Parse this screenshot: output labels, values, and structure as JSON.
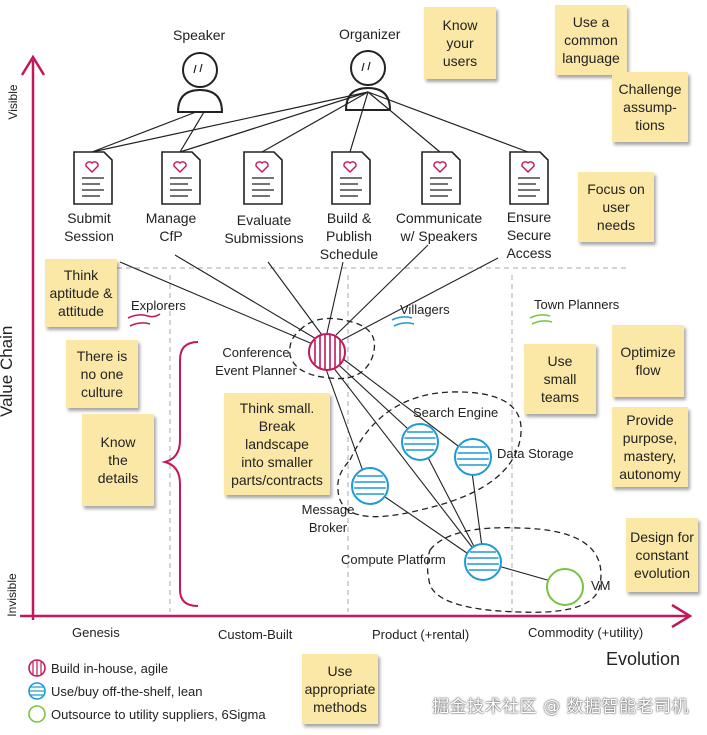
{
  "axes": {
    "y_label": "Value Chain",
    "y_top": "Visible",
    "y_bottom": "Invisible",
    "x_label": "Evolution",
    "stages": [
      "Genesis",
      "Custom-Built",
      "Product (+rental)",
      "Commodity (+utility)"
    ]
  },
  "users": [
    {
      "label": "Speaker"
    },
    {
      "label": "Organizer"
    }
  ],
  "needs": [
    {
      "label": "Submit\nSession"
    },
    {
      "label": "Manage\nCfP"
    },
    {
      "label": "Evaluate\nSubmissions"
    },
    {
      "label": "Build &\nPublish\nSchedule"
    },
    {
      "label": "Communicate\nw/ Speakers"
    },
    {
      "label": "Ensure\nSecure\nAccess"
    }
  ],
  "personas": {
    "explorers": "Explorers",
    "villagers": "Villagers",
    "town_planners": "Town Planners"
  },
  "components": {
    "conference": "Conference\nEvent Planner",
    "search": "Search Engine",
    "storage": "Data Storage",
    "broker": "Message\nBroker",
    "compute": "Compute Platform",
    "vm": "VM"
  },
  "stickies": {
    "know_users": "Know\nyour\nusers",
    "common_language": "Use a\ncommon\nlanguage",
    "challenge": "Challenge\nassump-\ntions",
    "focus_needs": "Focus on\nuser\nneeds",
    "aptitude": "Think\naptitude &\nattitude",
    "no_culture": "There is\nno one\nculture",
    "know_details": "Know\nthe\ndetails",
    "think_small": "Think small.\nBreak\nlandscape\ninto smaller\nparts/contracts",
    "small_teams": "Use\nsmall\nteams",
    "optimize_flow": "Optimize\nflow",
    "purpose": "Provide\npurpose,\nmastery,\nautonomy",
    "constant_evolution": "Design for\nconstant\nevolution",
    "appropriate_methods": "Use\nappropriate\nmethods"
  },
  "legend": {
    "inhouse": "Build in-house, agile",
    "offshelf": "Use/buy off-the-shelf, lean",
    "outsource": "Outsource to utility suppliers, 6Sigma"
  },
  "colors": {
    "axis": "#c2185b",
    "inhouse": "#c2185b",
    "offshelf": "#1e9ad6",
    "outsource": "#7cc242",
    "sticky": "#fbe8a6"
  },
  "watermark": "掘金技术社区 @ 数据智能老司机"
}
